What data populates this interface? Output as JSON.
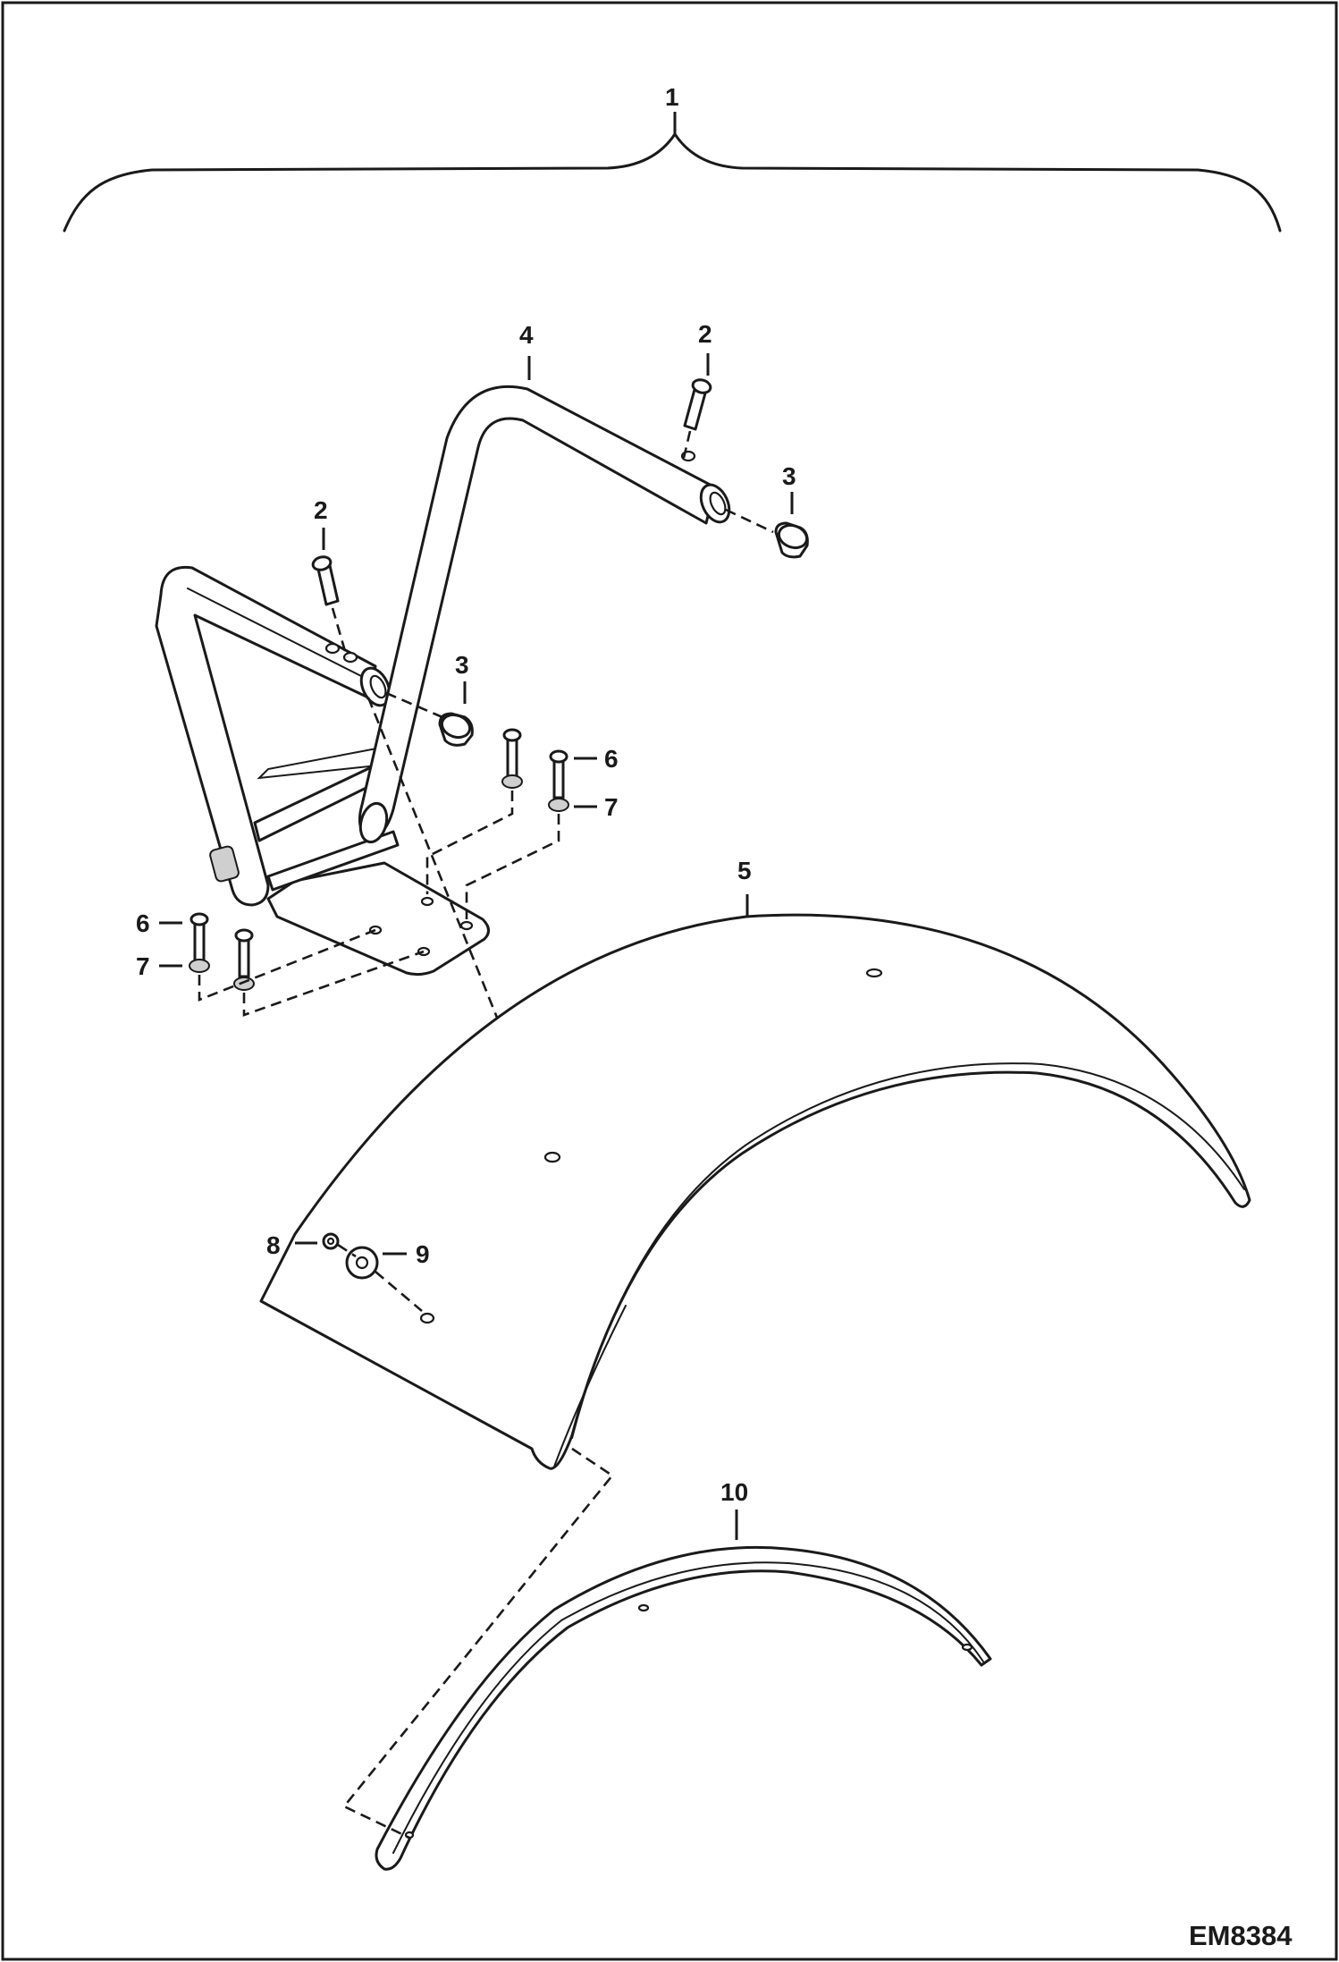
{
  "figure_code": "EM8384",
  "callouts": {
    "assembly": "1",
    "pin_a": "2",
    "pin_b": "2",
    "cap_a": "3",
    "cap_b": "3",
    "handle": "4",
    "fender": "5",
    "bolt_right": "6",
    "washer_right": "7",
    "bolt_left": "6",
    "washer_left": "7",
    "nut": "8",
    "washer_large": "9",
    "trim": "10"
  }
}
